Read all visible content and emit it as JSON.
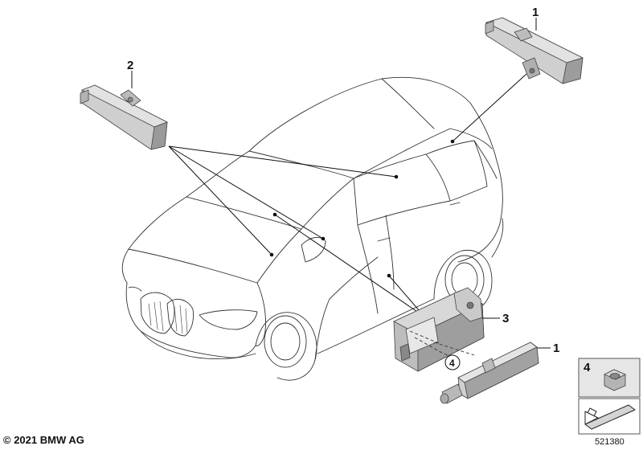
{
  "callouts": {
    "part_1_top": "1",
    "part_2": "2",
    "part_3": "3",
    "part_1_bottom": "1",
    "part_4_circled": "4",
    "part_4_box": "4"
  },
  "footer": {
    "copyright": "© 2021 BMW AG",
    "diagram_number": "521380"
  },
  "colors": {
    "line": "#222222",
    "part_fill": "#c8c8c8",
    "part_shade": "#9a9a9a",
    "part_dark": "#7a7a7a",
    "box_bg": "#e6e6e6",
    "box_border": "#555555"
  }
}
